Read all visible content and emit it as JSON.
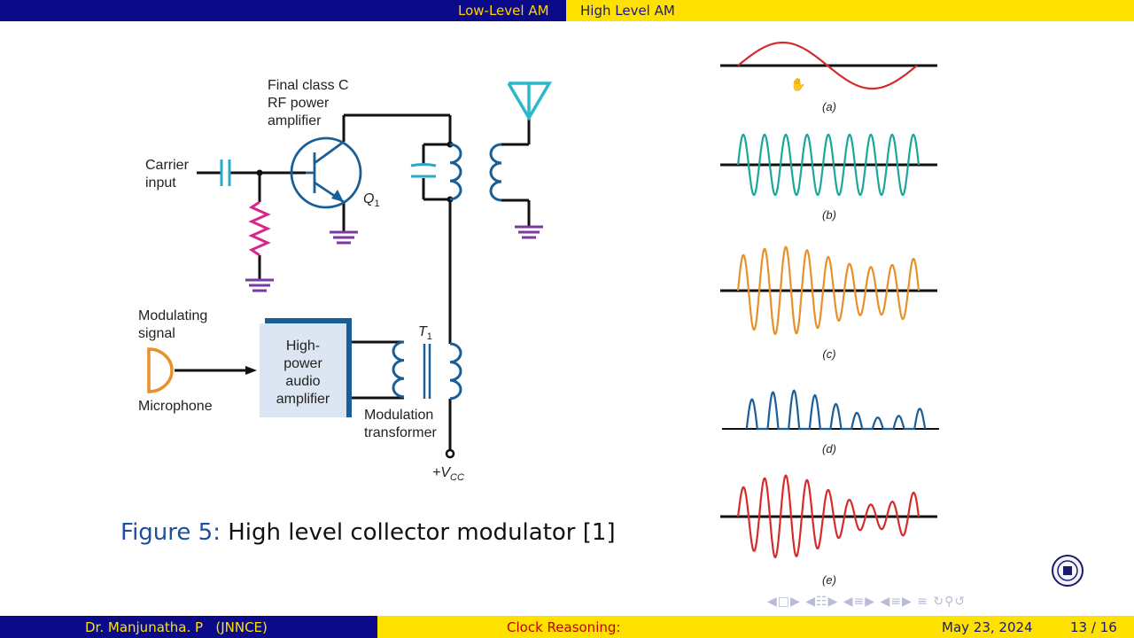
{
  "header": {
    "tabs": [
      {
        "label": "Low-Level AM",
        "active": false
      },
      {
        "label": "High Level AM",
        "active": true
      }
    ]
  },
  "circuit": {
    "amp_label_1": "Final class C",
    "amp_label_2": "RF power",
    "amp_label_3": "amplifier",
    "carrier_1": "Carrier",
    "carrier_2": "input",
    "transistor": "Q",
    "transistor_sub": "1",
    "mod_1": "Modulating",
    "mod_2": "signal",
    "microphone": "Microphone",
    "audio_1": "High-",
    "audio_2": "power",
    "audio_3": "audio",
    "audio_4": "amplifier",
    "transformer": "T",
    "transformer_sub": "1",
    "mt_1": "Modulation",
    "mt_2": "transformer",
    "vcc_prefix": "+V",
    "vcc_sub": "CC"
  },
  "figure": {
    "label": "Figure 5:",
    "text": "High level collector modulator [1]"
  },
  "waveforms": {
    "labels": [
      "(a)",
      "(b)",
      "(c)",
      "(d)",
      "(e)"
    ],
    "colors": {
      "a": "#d62b2b",
      "b": "#1ba89a",
      "c": "#e8902a",
      "d": "#1a5e98",
      "e": "#d62b2b"
    }
  },
  "footer": {
    "author": "Dr. Manjunatha. P   (JNNCE)",
    "title": "Clock Reasoning:",
    "date": "May 23, 2024",
    "page": "13 / 16"
  },
  "icons": [
    "logo-icon",
    "cursor-hand-icon",
    "nav-first-icon",
    "nav-prev-icon",
    "nav-next-icon",
    "nav-search-icon"
  ]
}
